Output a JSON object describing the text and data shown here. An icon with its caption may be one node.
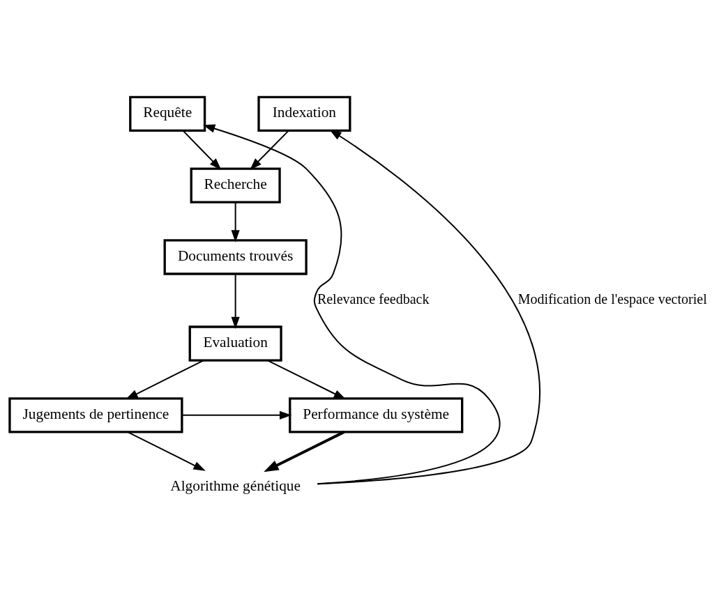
{
  "diagram": {
    "nodes": [
      {
        "text": [
          "Requête"
        ]
      },
      {
        "text": [
          "Indexation"
        ]
      },
      {
        "text": [
          "Recherche"
        ]
      },
      {
        "text": [
          "Documents trouvés"
        ]
      },
      {
        "text": [
          "Evaluation"
        ]
      },
      {
        "text": [
          "Jugements de pertinence"
        ]
      },
      {
        "text": [
          "Performance du système"
        ]
      },
      {
        "text": [
          "Algorithme génétique"
        ]
      }
    ],
    "edges": [
      {
        "from": 0,
        "to": 2,
        "arrow": "to"
      },
      {
        "from": 1,
        "to": 2,
        "arrow": "to"
      },
      {
        "from": 2,
        "to": 3,
        "arrow": "to"
      },
      {
        "from": 3,
        "to": 4,
        "arrow": "to"
      },
      {
        "from": 4,
        "to": 5,
        "arrow": "to"
      },
      {
        "from": 4,
        "to": 6,
        "arrow": "to"
      },
      {
        "from": 5,
        "to": 6,
        "arrow": "to"
      },
      {
        "from": 5,
        "to": 7,
        "arrow": "to"
      },
      {
        "from": 6,
        "to": 7,
        "arrow": "to",
        "style": "thick"
      },
      {
        "from": 7,
        "to": 0,
        "arrow": "to",
        "label": "Relevance feedback"
      },
      {
        "from": 7,
        "to": 1,
        "arrow": "to",
        "label": "Modification de l'espace vectoriel"
      }
    ]
  }
}
